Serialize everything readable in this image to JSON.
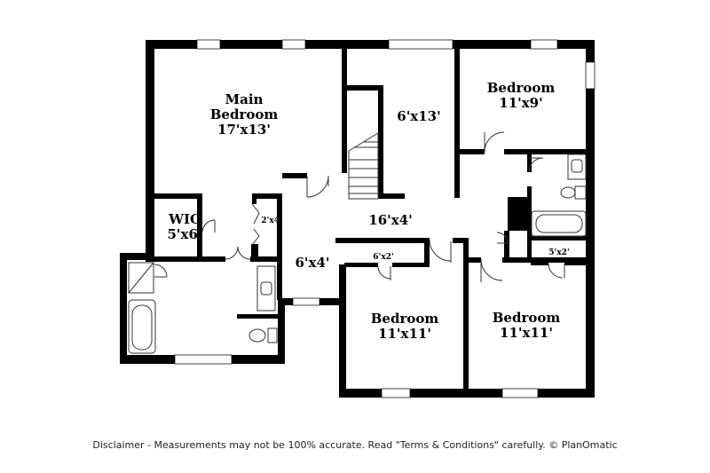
{
  "rooms": {
    "main_bedroom": {
      "line1": "Main",
      "line2": "Bedroom",
      "dims": "17'x13'"
    },
    "wic": {
      "name": "WIC",
      "dims": "5'x6'"
    },
    "closet_2x4": {
      "dims": "2'x4'"
    },
    "room_6x13": {
      "dims": "6'x13'"
    },
    "bedroom_ne": {
      "name": "Bedroom",
      "dims": "11'x9'"
    },
    "hall": {
      "dims": "16'x4'"
    },
    "room_6x4": {
      "dims": "6'x4'"
    },
    "closet_6x2": {
      "dims": "6'x2'"
    },
    "closet_5x2": {
      "dims": "5'x2'"
    },
    "bedroom_sc": {
      "name": "Bedroom",
      "dims": "11'x11'"
    },
    "bedroom_se": {
      "name": "Bedroom",
      "dims": "11'x11'"
    }
  },
  "disclaimer": "Disclaimer - Measurements may not be 100% accurate. Read \"Terms & Conditions\" carefully. © PlanOmatic"
}
